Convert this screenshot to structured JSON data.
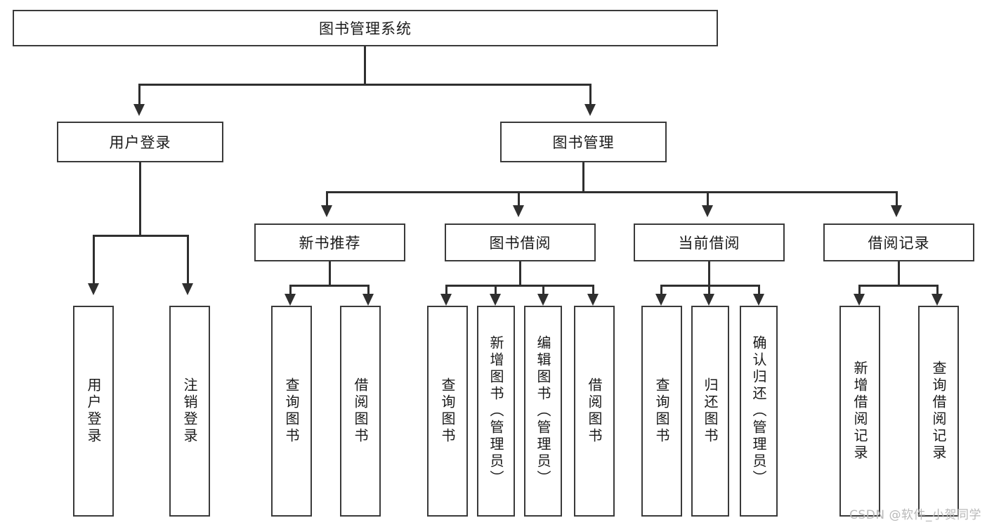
{
  "diagram": {
    "title": "图书管理系统",
    "type": "hierarchy-tree",
    "root": {
      "label": "图书管理系统"
    },
    "level2": [
      {
        "label": "用户登录"
      },
      {
        "label": "图书管理"
      }
    ],
    "level3": [
      {
        "label": "新书推荐"
      },
      {
        "label": "图书借阅"
      },
      {
        "label": "当前借阅"
      },
      {
        "label": "借阅记录"
      }
    ],
    "leaves": {
      "user_login": [
        {
          "label": "用户登录"
        },
        {
          "label": "注销登录"
        }
      ],
      "new_book_recommend": [
        {
          "label": "查询图书"
        },
        {
          "label": "借阅图书"
        }
      ],
      "book_borrow": [
        {
          "label": "查询图书"
        },
        {
          "label": "新增图书（管理员）"
        },
        {
          "label": "编辑图书（管理员）"
        },
        {
          "label": "借阅图书"
        }
      ],
      "current_borrow": [
        {
          "label": "查询图书"
        },
        {
          "label": "归还图书"
        },
        {
          "label": "确认归还（管理员）"
        }
      ],
      "borrow_record": [
        {
          "label": "新增借阅记录"
        },
        {
          "label": "查询借阅记录"
        }
      ]
    }
  },
  "watermark": {
    "text": "CSDN @软件_小贺同学"
  },
  "colors": {
    "stroke": "#3a3a3a",
    "edge": "#2f2f2f",
    "background": "#ffffff",
    "text": "#1a1a1a",
    "watermark": "#b9b9b9"
  }
}
